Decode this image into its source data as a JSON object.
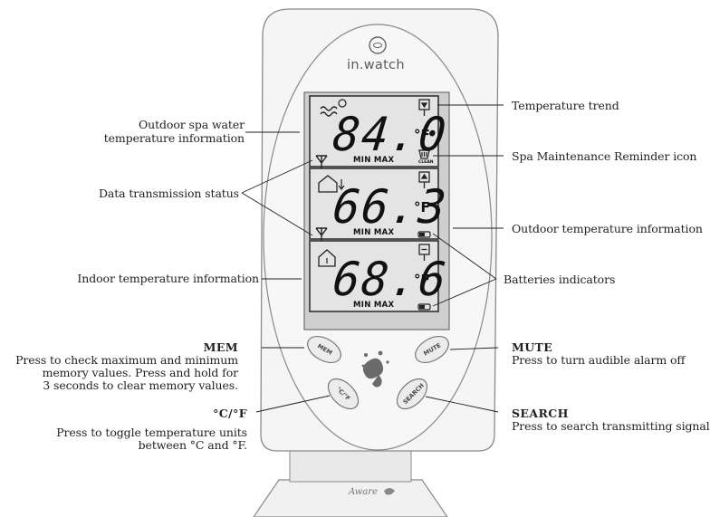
{
  "device": {
    "brand": "in.watch",
    "signature": "Aware",
    "display": {
      "spa": {
        "value": "84.0",
        "unit": "°F",
        "minmax": "MIN MAX",
        "clean_label": "CLEAN"
      },
      "outdoor": {
        "value": "66.3",
        "unit": "°F",
        "minmax": "MIN MAX"
      },
      "indoor": {
        "value": "68.6",
        "unit": "°F",
        "minmax": "MIN MAX"
      }
    },
    "buttons": {
      "mem": "MEM",
      "mute": "MUTE",
      "units": "°C/°F",
      "search": "SEARCH"
    }
  },
  "callouts": {
    "outdoor_spa": [
      "Outdoor spa water",
      "temperature information"
    ],
    "data_transmission": "Data transmission status",
    "indoor_temp": "Indoor temperature information",
    "temp_trend": "Temperature trend",
    "spa_reminder": "Spa Maintenance Reminder icon",
    "outdoor_temp": "Outdoor temperature information",
    "batteries": "Batteries indicators",
    "mem": {
      "title": "MEM",
      "desc": [
        "Press to check maximum and minimum",
        "memory values.  Press and hold for",
        "3 seconds to clear memory values."
      ]
    },
    "units": {
      "title": "°C/°F",
      "desc": [
        "Press to toggle temperature units",
        "between °C and °F."
      ]
    },
    "mute": {
      "title": "MUTE",
      "desc": [
        "Press to turn audible alarm off"
      ]
    },
    "search": {
      "title": "SEARCH",
      "desc": [
        "Press to search transmitting signals"
      ]
    }
  },
  "colors": {
    "body_fill": "#f4f4f4",
    "body_stroke": "#8a8a8a",
    "lcd_fill": "#d9d9d9",
    "ink": "#231f20"
  }
}
